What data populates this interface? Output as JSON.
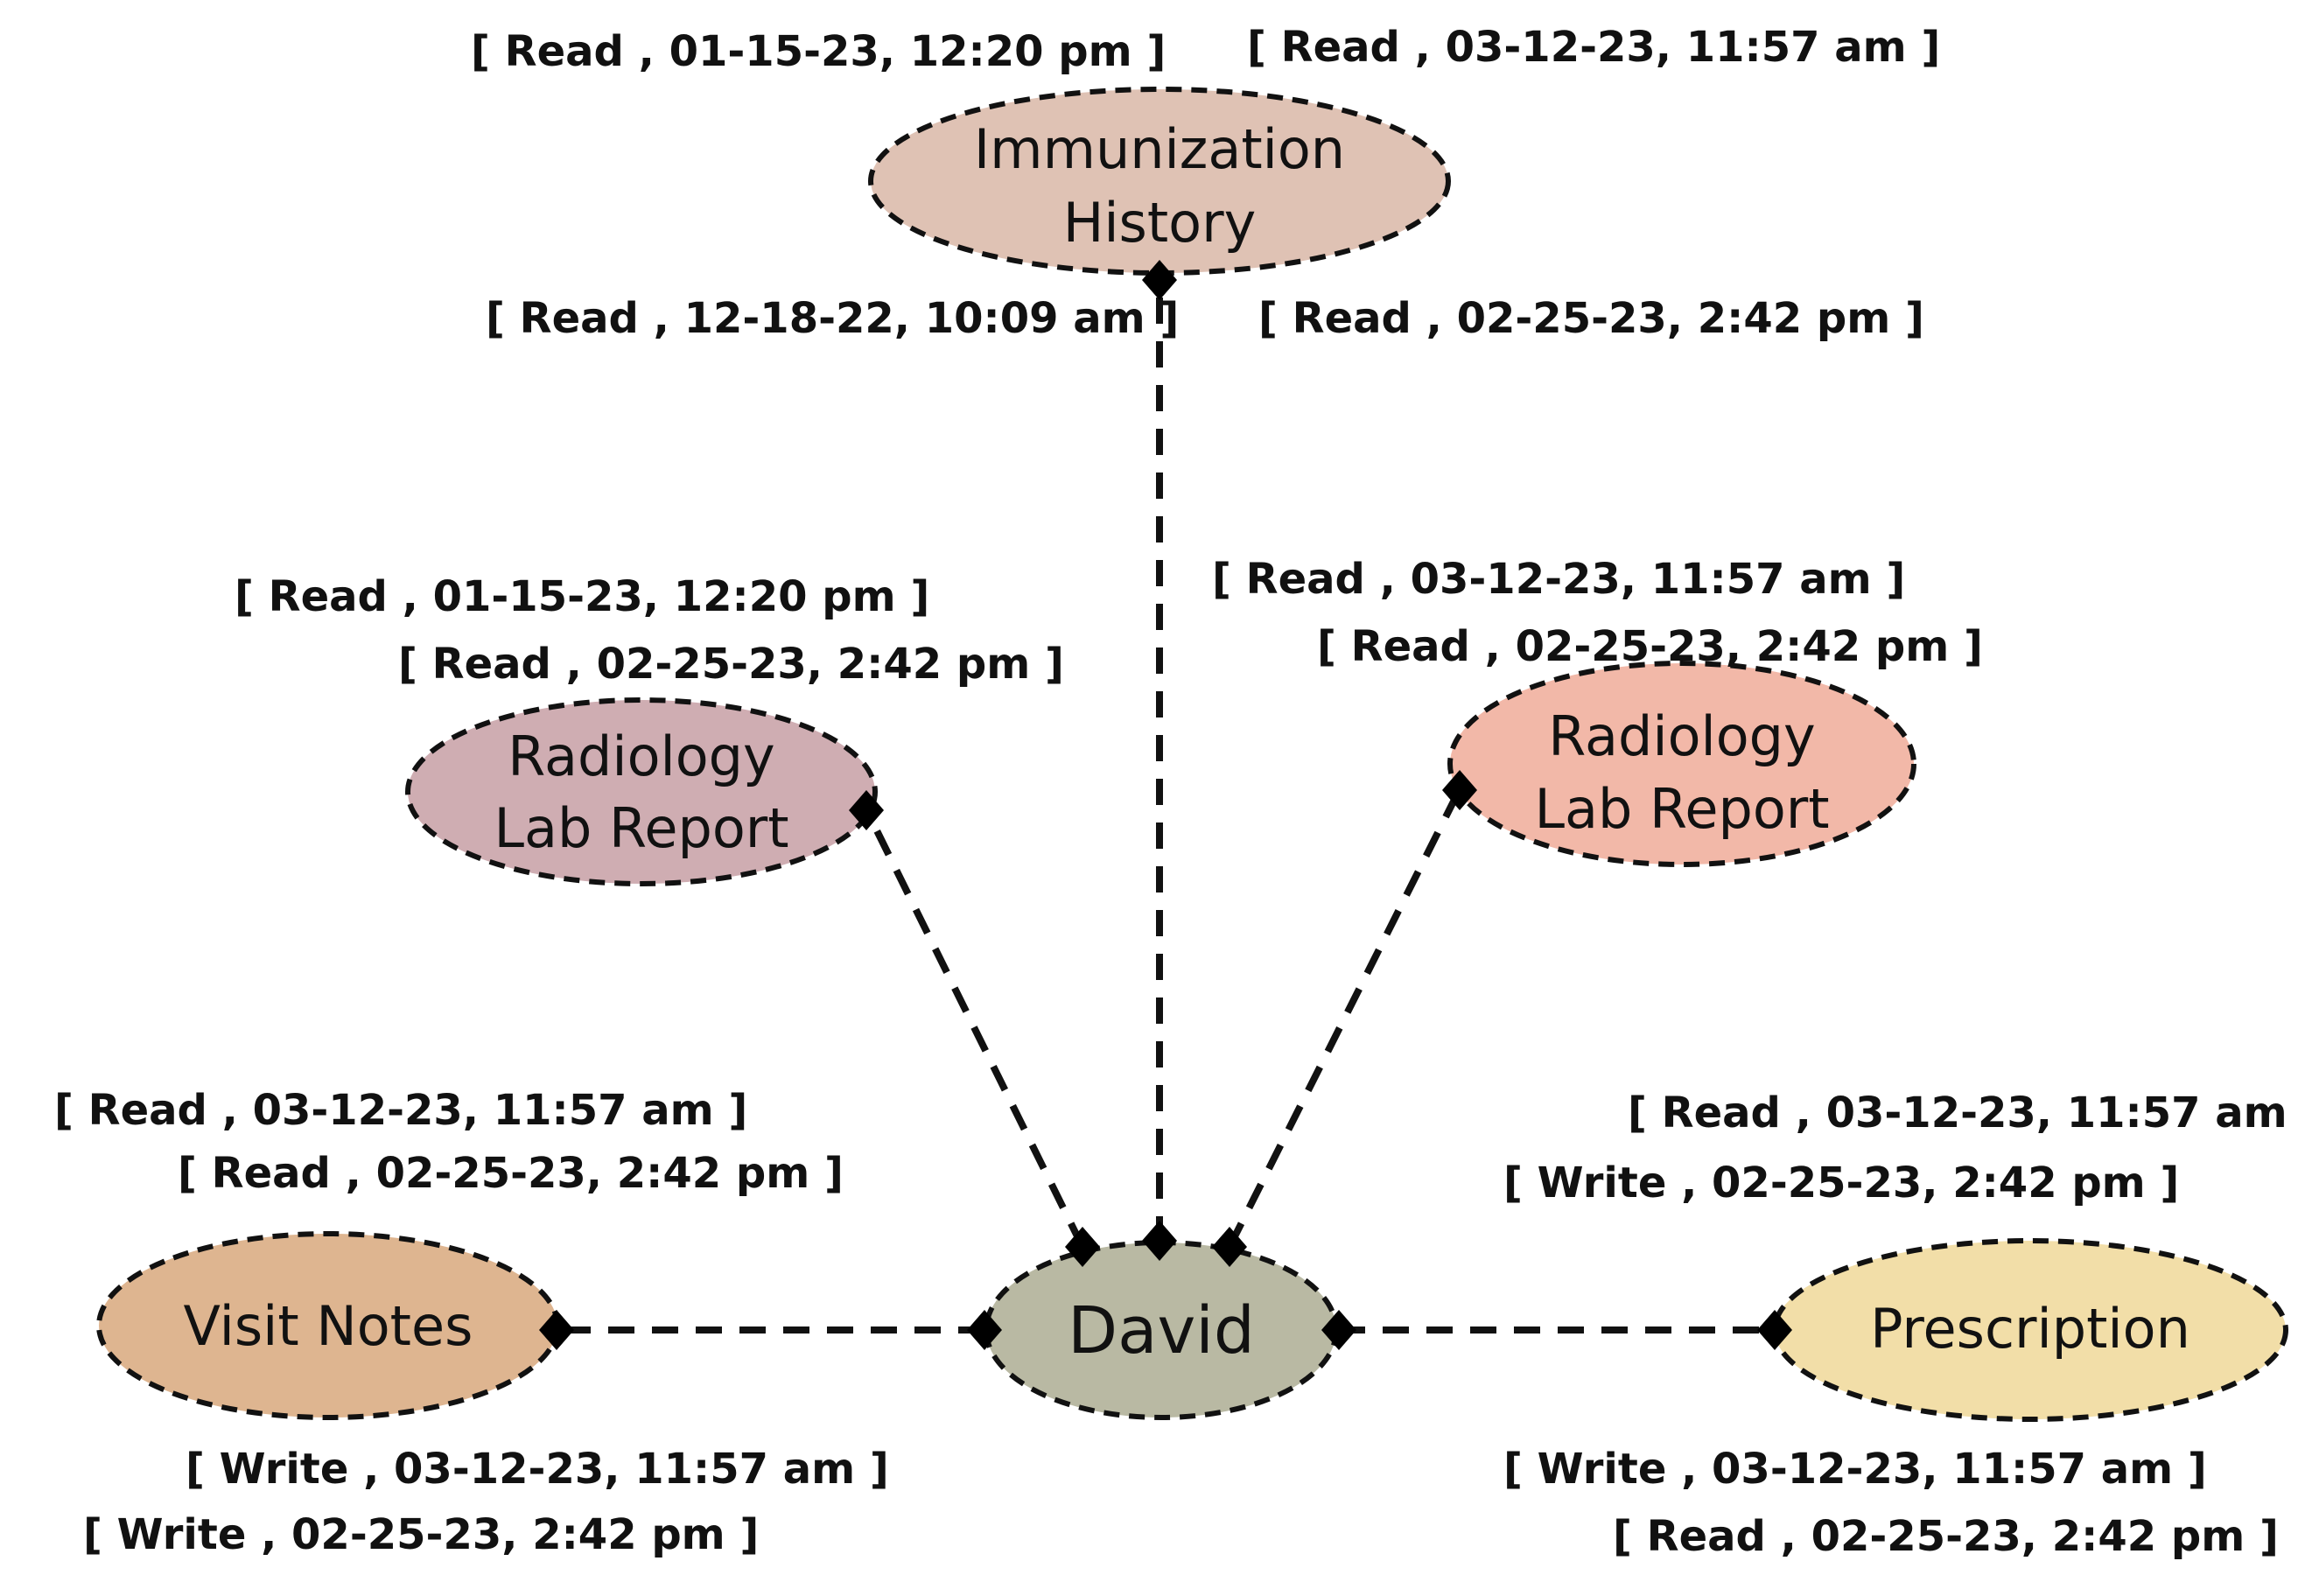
{
  "nodes": {
    "immunization": {
      "lines": [
        "Immunization",
        "History"
      ],
      "color": "#dfc2b4"
    },
    "radiology_left": {
      "lines": [
        "Radiology",
        "Lab Report"
      ],
      "color": "#cfadb2"
    },
    "radiology_right": {
      "lines": [
        "Radiology",
        "Lab Report"
      ],
      "color": "#f2b8a8"
    },
    "visit_notes": {
      "lines": [
        "Visit Notes"
      ],
      "color": "#deb590"
    },
    "david": {
      "lines": [
        "David"
      ],
      "color": "#b9b9a3"
    },
    "prescription": {
      "lines": [
        "Prescription"
      ],
      "color": "#f2dea8"
    }
  },
  "access_logs": {
    "immunization_top_left": "[ Read , 01-15-23, 12:20 pm ]",
    "immunization_top_right": "[ Read , 03-12-23, 11:57 am ]",
    "immunization_bottom_left": "[ Read , 12-18-22, 10:09 am ]",
    "immunization_bottom_right": "[ Read , 02-25-23, 2:42 pm ]",
    "radiology_left_1": "[ Read , 01-15-23, 12:20 pm ]",
    "radiology_left_2": "[ Read , 02-25-23, 2:42 pm ]",
    "radiology_right_1": "[ Read , 03-12-23, 11:57 am ]",
    "radiology_right_2": "[ Read , 02-25-23, 2:42 pm ]",
    "visit_notes_top_1": "[ Read , 03-12-23, 11:57 am ]",
    "visit_notes_top_2": "[ Read , 02-25-23, 2:42 pm ]",
    "visit_notes_bottom_1": "[ Write , 03-12-23, 11:57 am ]",
    "visit_notes_bottom_2": "[ Write , 02-25-23, 2:42 pm ]",
    "prescription_top_1": "[ Read , 03-12-23, 11:57 am ]",
    "prescription_top_2": "[ Write , 02-25-23, 2:42 pm ]",
    "prescription_bottom_1": "[ Write , 03-12-23, 11:57 am ]",
    "prescription_bottom_2": "[ Read , 02-25-23, 2:42 pm ]"
  }
}
